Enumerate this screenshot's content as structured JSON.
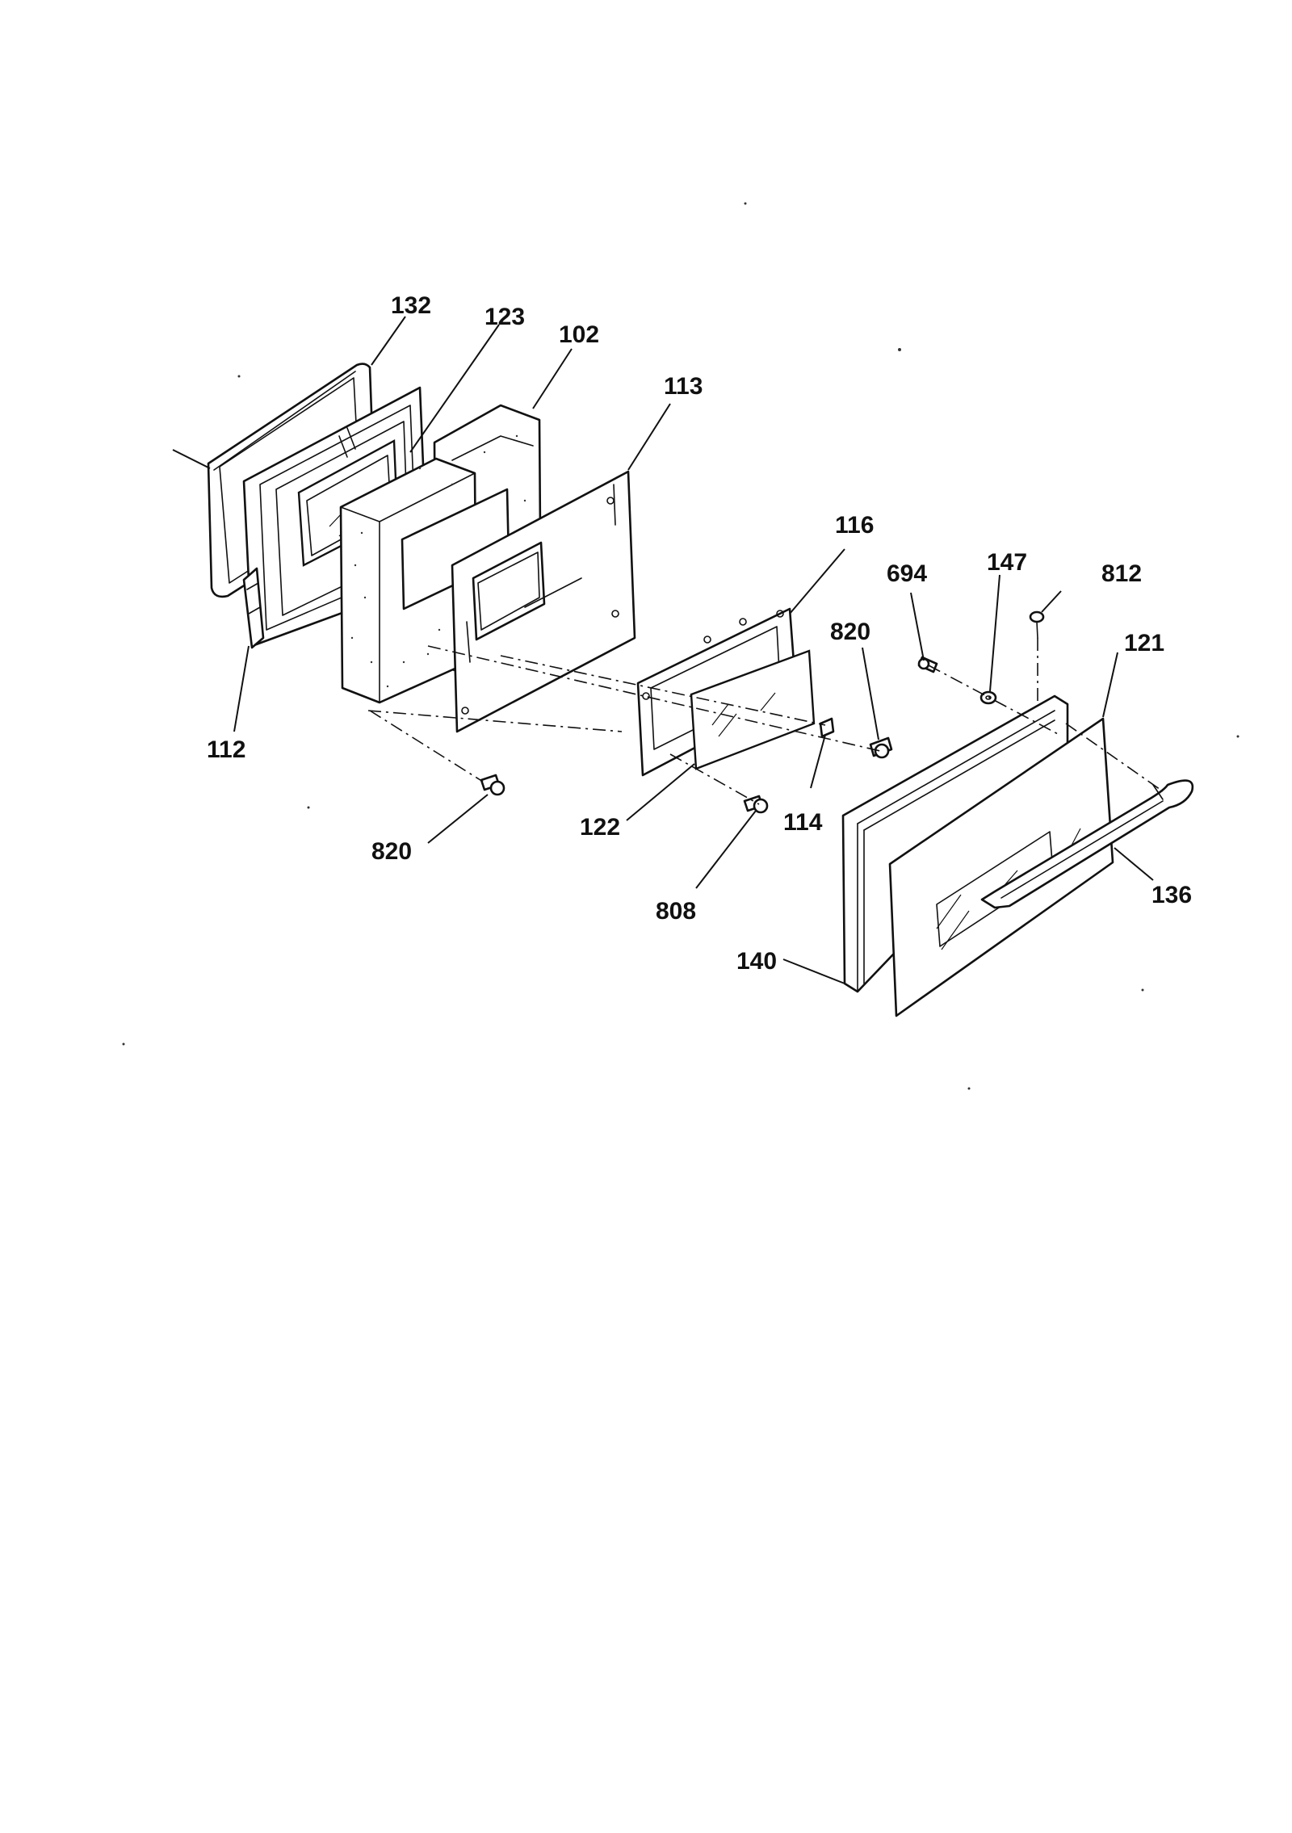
{
  "diagram": {
    "callouts": [
      {
        "id": "c132",
        "text": "132"
      },
      {
        "id": "c123",
        "text": "123"
      },
      {
        "id": "c102",
        "text": "102"
      },
      {
        "id": "c113",
        "text": "113"
      },
      {
        "id": "c116",
        "text": "116"
      },
      {
        "id": "c694",
        "text": "694"
      },
      {
        "id": "c147",
        "text": "147"
      },
      {
        "id": "c812",
        "text": "812"
      },
      {
        "id": "c820a",
        "text": "820"
      },
      {
        "id": "c121",
        "text": "121"
      },
      {
        "id": "c112",
        "text": "112"
      },
      {
        "id": "c820b",
        "text": "820"
      },
      {
        "id": "c122",
        "text": "122"
      },
      {
        "id": "c114",
        "text": "114"
      },
      {
        "id": "c808",
        "text": "808"
      },
      {
        "id": "c136",
        "text": "136"
      },
      {
        "id": "c140",
        "text": "140"
      }
    ]
  }
}
